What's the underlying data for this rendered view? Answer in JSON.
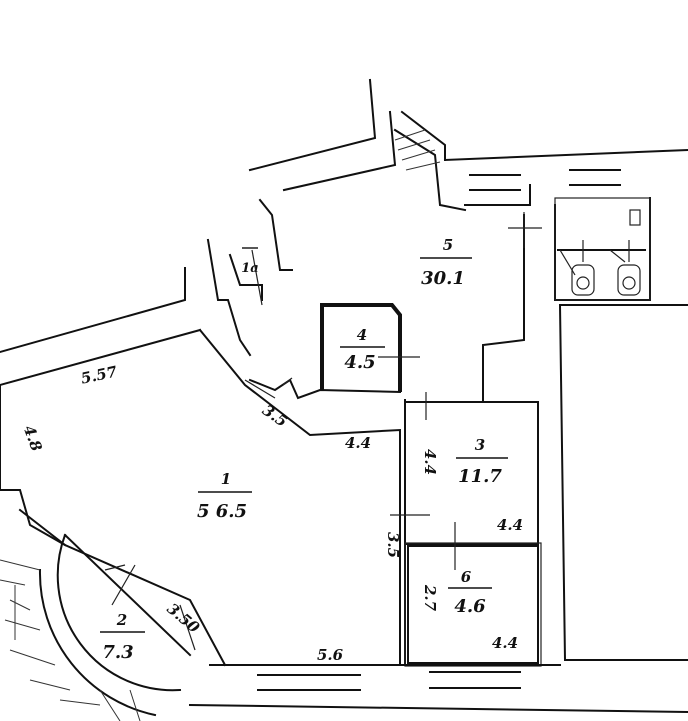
{
  "rooms": [
    {
      "id": "1",
      "number": "1",
      "area": "5 6.5"
    },
    {
      "id": "2",
      "number": "2",
      "area": "7.3"
    },
    {
      "id": "3",
      "number": "3",
      "area": "11.7"
    },
    {
      "id": "4",
      "number": "4",
      "area": "4.5"
    },
    {
      "id": "5",
      "number": "5",
      "area": "30.1"
    },
    {
      "id": "6",
      "number": "6",
      "area": "4.6"
    },
    {
      "id": "1a",
      "number": "1a",
      "area": ""
    }
  ],
  "dimensions": {
    "d_top_left": "5.57",
    "d_left": "4.8",
    "d_corner": "3.5",
    "d_room1_right": "4.4",
    "d_room1_bottom": "5.6",
    "d_room1_side": "3.5",
    "d_room3_side": "4.4",
    "d_room3_bottom": "4.4",
    "d_room6_side": "2.7",
    "d_room6_bottom": "4.4",
    "d_room2_diag": "3.50"
  }
}
